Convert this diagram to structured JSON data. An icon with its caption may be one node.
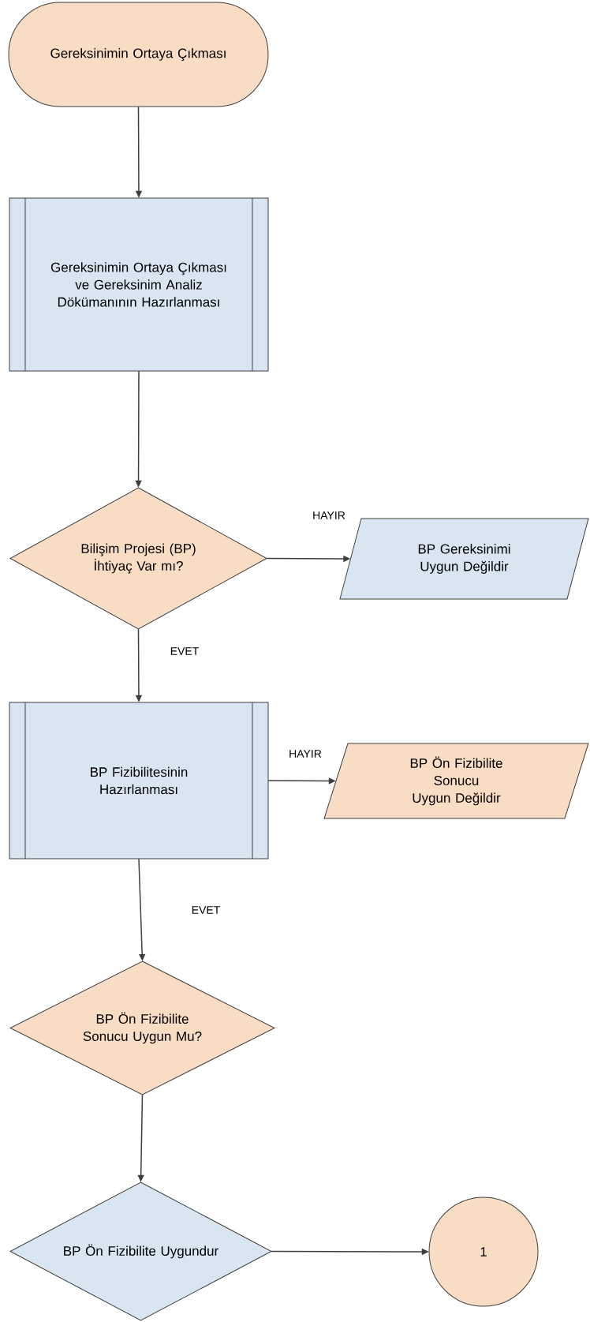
{
  "diagram": {
    "nodes": [
      {
        "text": [
          "Gereksinimin Ortaya Çıkması"
        ]
      },
      {
        "text": [
          "Gereksinimin Ortaya Çıkması ve Gereksinim Analiz Dökümanının Hazırlanması"
        ]
      },
      {
        "text": [
          "Bilişim Projesi (BP) İhtiyaç Var mı?"
        ]
      },
      {
        "text": [
          "BP Gereksinimi Uygun Değildir"
        ]
      },
      {
        "text": [
          "BP Fizibilitesinin Hazırlanması"
        ]
      },
      {
        "text": [
          "BP Ön Fizibilite Sonucu Uygun Değildir"
        ]
      },
      {
        "text": [
          "BP Ön Fizibilite Sonucu Uygun Mu?"
        ]
      },
      {
        "text": [
          "BP Ön Fizibilite Uygundur"
        ]
      },
      {
        "text": [
          "1"
        ]
      }
    ],
    "edges": [
      {
        "from": 0,
        "to": 1,
        "arrow": "to"
      },
      {
        "from": 1,
        "to": 2,
        "arrow": "to"
      },
      {
        "from": 2,
        "to": 3,
        "arrow": "to",
        "label": "HAYIR"
      },
      {
        "from": 2,
        "to": 4,
        "arrow": "to",
        "label": "EVET"
      },
      {
        "from": 4,
        "to": 5,
        "arrow": "to",
        "label": "HAYIR"
      },
      {
        "from": 4,
        "to": 6,
        "arrow": "to",
        "label": "EVET"
      },
      {
        "from": 6,
        "to": 7,
        "arrow": "to"
      },
      {
        "from": 7,
        "to": 8,
        "arrow": "to"
      }
    ]
  }
}
